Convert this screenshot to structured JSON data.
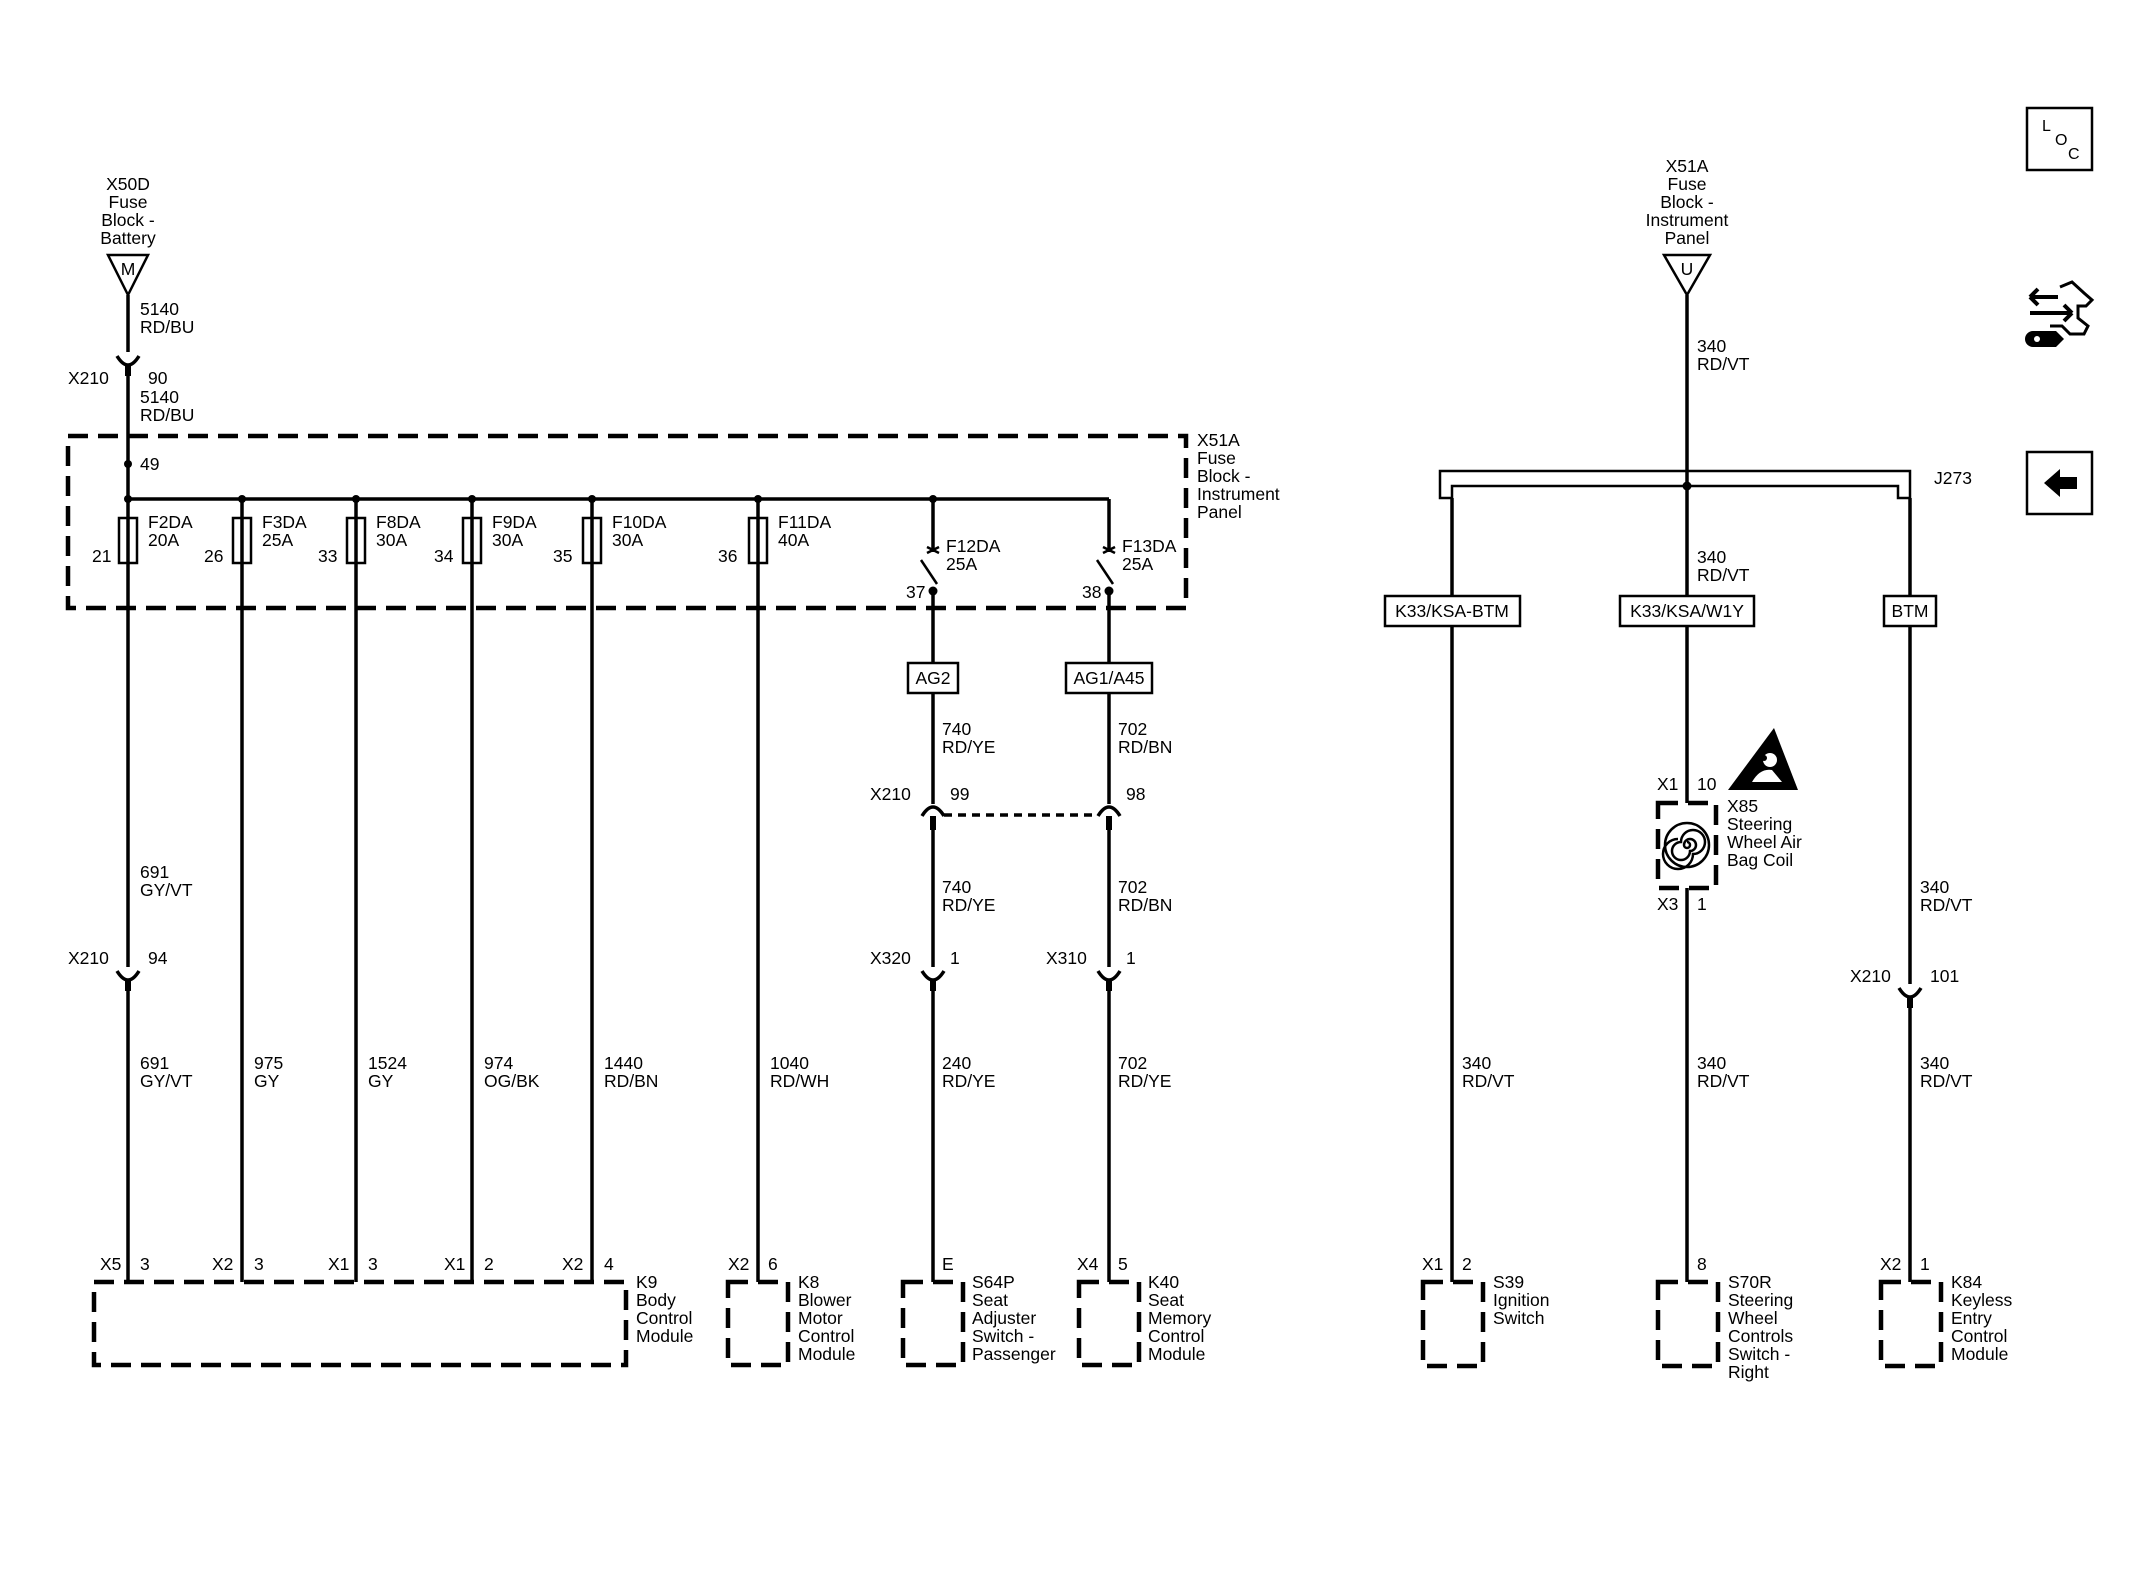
{
  "sources": {
    "x50d": {
      "name": "X50D",
      "lines": [
        "Fuse",
        "Block -",
        "Battery"
      ],
      "pin": "M"
    },
    "x51a_top": {
      "name": "X51A",
      "lines": [
        "Fuse",
        "Block -",
        "Instrument",
        "Panel"
      ],
      "pin": "U"
    }
  },
  "feed_left": {
    "wire_top": {
      "circuit": "5140",
      "color": "RD/BU"
    },
    "conn": {
      "name": "X210",
      "pin": "90"
    },
    "wire_bottom": {
      "circuit": "5140",
      "color": "RD/BU"
    },
    "busbar_pin": "49"
  },
  "fuse_block": {
    "name": "X51A",
    "lines": [
      "Fuse",
      "Block -",
      "Instrument",
      "Panel"
    ]
  },
  "fuses": [
    {
      "name": "F2DA",
      "rating": "20A",
      "pin": "21"
    },
    {
      "name": "F3DA",
      "rating": "25A",
      "pin": "26"
    },
    {
      "name": "F8DA",
      "rating": "30A",
      "pin": "33"
    },
    {
      "name": "F9DA",
      "rating": "30A",
      "pin": "34"
    },
    {
      "name": "F10DA",
      "rating": "30A",
      "pin": "35"
    },
    {
      "name": "F11DA",
      "rating": "40A",
      "pin": "36"
    },
    {
      "name": "F12DA",
      "rating": "25A",
      "pin": "37"
    },
    {
      "name": "F13DA",
      "rating": "25A",
      "pin": "38"
    }
  ],
  "options": [
    "AG2",
    "AG1/A45"
  ],
  "wire_labels": [
    {
      "circuit": "691",
      "color": "GY/VT"
    },
    {
      "circuit": "691",
      "color": "GY/VT"
    },
    {
      "circuit": "975",
      "color": "GY"
    },
    {
      "circuit": "1524",
      "color": "GY"
    },
    {
      "circuit": "974",
      "color": "OG/BK"
    },
    {
      "circuit": "1440",
      "color": "RD/BN"
    },
    {
      "circuit": "1040",
      "color": "RD/WH"
    },
    {
      "circuit": "740",
      "color": "RD/YE"
    },
    {
      "circuit": "740",
      "color": "RD/YE"
    },
    {
      "circuit": "240",
      "color": "RD/YE"
    },
    {
      "circuit": "702",
      "color": "RD/BN"
    },
    {
      "circuit": "702",
      "color": "RD/BN"
    },
    {
      "circuit": "702",
      "color": "RD/YE"
    },
    {
      "circuit": "340",
      "color": "RD/VT"
    },
    {
      "circuit": "340",
      "color": "RD/VT"
    },
    {
      "circuit": "340",
      "color": "RD/VT"
    },
    {
      "circuit": "340",
      "color": "RD/VT"
    },
    {
      "circuit": "340",
      "color": "RD/VT"
    },
    {
      "circuit": "340",
      "color": "RD/VT"
    }
  ],
  "inline_connectors": [
    {
      "name": "X210",
      "pin": "94"
    },
    {
      "name": "X210",
      "pin": "99"
    },
    {
      "name": "X210",
      "pin": "98"
    },
    {
      "name": "X320",
      "pin": "1"
    },
    {
      "name": "X310",
      "pin": "1"
    },
    {
      "name": "X210",
      "pin": "101"
    }
  ],
  "splice": {
    "name": "J273"
  },
  "splice_options": [
    "K33/KSA-BTM",
    "K33/KSA/W1Y",
    "BTM"
  ],
  "airbag_coil": {
    "conn_top": "X1",
    "pin_top": "10",
    "conn_bottom": "X3",
    "pin_bottom": "1",
    "name": "X85",
    "lines": [
      "Steering",
      "Wheel Air",
      "Bag Coil"
    ]
  },
  "modules": [
    {
      "name": "K9",
      "lines": [
        "Body",
        "Control",
        "Module"
      ],
      "pins": [
        {
          "c": "X5",
          "p": "3"
        },
        {
          "c": "X2",
          "p": "3"
        },
        {
          "c": "X1",
          "p": "3"
        },
        {
          "c": "X1",
          "p": "2"
        },
        {
          "c": "X2",
          "p": "4"
        }
      ]
    },
    {
      "name": "K8",
      "lines": [
        "Blower",
        "Motor",
        "Control",
        "Module"
      ],
      "pins": [
        {
          "c": "X2",
          "p": "6"
        }
      ]
    },
    {
      "name": "S64P",
      "lines": [
        "Seat",
        "Adjuster",
        "Switch -",
        "Passenger"
      ],
      "pins": [
        {
          "c": "",
          "p": "E"
        }
      ]
    },
    {
      "name": "K40",
      "lines": [
        "Seat",
        "Memory",
        "Control",
        "Module"
      ],
      "pins": [
        {
          "c": "X4",
          "p": "5"
        }
      ]
    },
    {
      "name": "S39",
      "lines": [
        "Ignition",
        "Switch"
      ],
      "pins": [
        {
          "c": "X1",
          "p": "2"
        }
      ]
    },
    {
      "name": "S70R",
      "lines": [
        "Steering",
        "Wheel",
        "Controls",
        "Switch -",
        "Right"
      ],
      "pins": [
        {
          "c": "",
          "p": "8"
        }
      ]
    },
    {
      "name": "K84",
      "lines": [
        "Keyless",
        "Entry",
        "Control",
        "Module"
      ],
      "pins": [
        {
          "c": "X2",
          "p": "1"
        }
      ]
    }
  ],
  "side_buttons": {
    "loc": [
      "L",
      "O",
      "C"
    ]
  }
}
